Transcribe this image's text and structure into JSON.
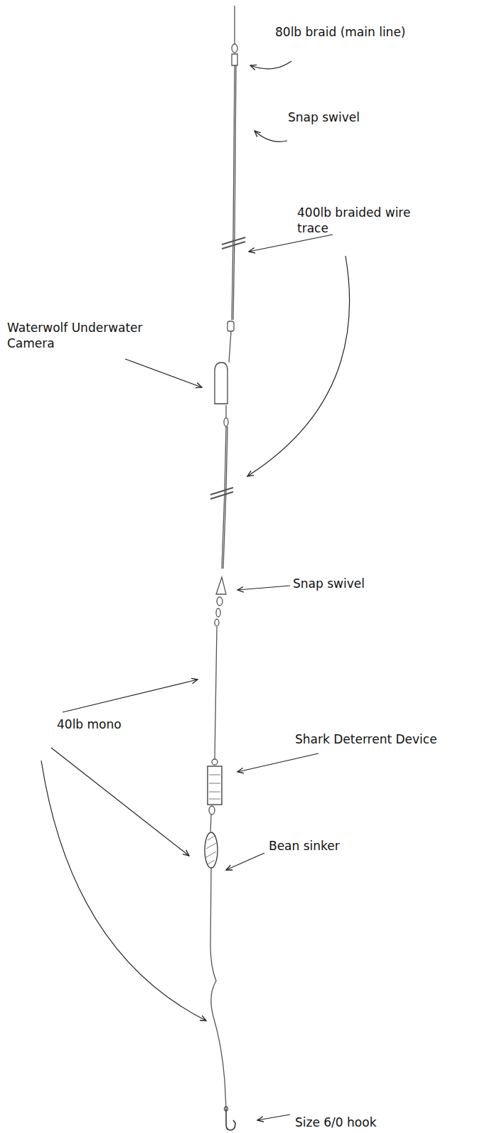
{
  "diagram": {
    "labels": [
      "80lb braid (main line)",
      "Snap swivel",
      "400lb braided wire trace",
      "Waterwolf Underwater Camera",
      "Snap swivel",
      "40lb mono",
      "Shark Deterrent Device",
      "Bean sinker",
      "Size 6/0 hook"
    ]
  }
}
